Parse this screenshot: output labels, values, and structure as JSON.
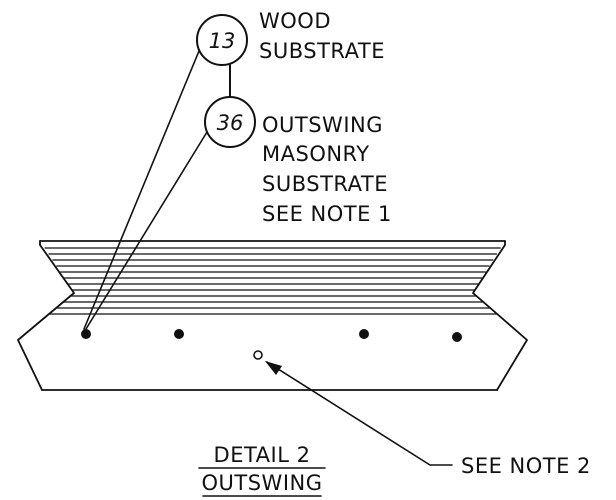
{
  "callouts": [
    {
      "number": "13",
      "lines": [
        "WOOD",
        "SUBSTRATE"
      ]
    },
    {
      "number": "36",
      "lines": [
        "OUTSWING",
        "MASONRY",
        "SUBSTRATE",
        "SEE  NOTE 1"
      ]
    }
  ],
  "note2_label": "SEE  NOTE 2",
  "detail_title": [
    "DETAIL  2",
    "OUTSWING"
  ],
  "colors": {
    "line": "#111111",
    "background": "#ffffff"
  }
}
